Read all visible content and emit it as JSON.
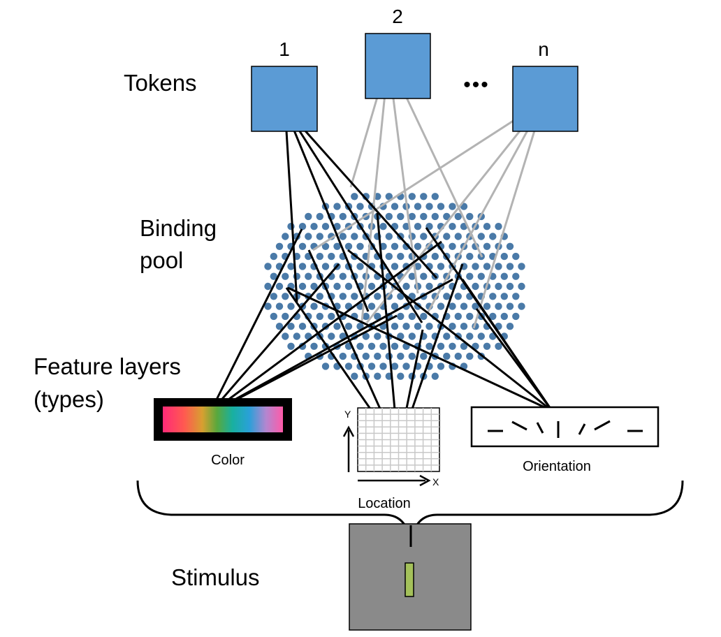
{
  "labels": {
    "tokens": "Tokens",
    "binding_pool_line1": "Binding",
    "binding_pool_line2": "pool",
    "feature_layers_line1": "Feature layers",
    "feature_layers_line2": "(types)",
    "stimulus": "Stimulus"
  },
  "tokens": [
    {
      "label": "1"
    },
    {
      "label": "2"
    },
    {
      "label": "n"
    }
  ],
  "token_ellipsis": "•••",
  "feature_panels": {
    "color": "Color",
    "location": "Location",
    "location_x_axis": "X",
    "location_y_axis": "Y",
    "orientation": "Orientation"
  },
  "colors": {
    "token_fill": "#5b9bd5",
    "token_stroke": "#000000",
    "pool_node": "#4a7aa8",
    "token1_links": "#000000",
    "other_token_links": "#b3b3b3",
    "stimulus_bg": "#8a8a8a",
    "stimulus_bar": "#a4c15a",
    "grid_line": "#c8c8c8"
  }
}
